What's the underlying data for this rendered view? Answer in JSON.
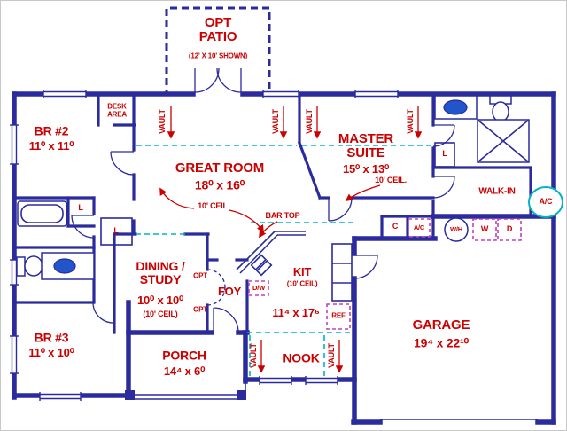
{
  "colors": {
    "wall": "#2b2b9e",
    "label_text": "#cc0000",
    "ceiling_break": "#00b4c8",
    "appliance_outline": "#c040c0",
    "fixture_blue": "#2255cc"
  },
  "rooms": {
    "patio": {
      "name": "OPT PATIO",
      "dims": "(12' X 10' SHOWN)"
    },
    "br2": {
      "name": "BR #2",
      "dims": "11⁰ x 11⁰"
    },
    "desk": {
      "name": "DESK AREA"
    },
    "great_room": {
      "name": "GREAT ROOM",
      "dims": "18⁰ x 16⁰",
      "ceil": "10' CEIL"
    },
    "master": {
      "name": "MASTER SUITE",
      "dims": "15⁰ x 13⁰",
      "ceil": "10' CEIL."
    },
    "walk_in": {
      "name": "WALK-IN"
    },
    "dining": {
      "name": "DINING / STUDY",
      "dims": "10⁰ x 10⁰",
      "ceil": "(10' CEIL)"
    },
    "foyer": {
      "name": "FOY"
    },
    "kitchen": {
      "name": "KIT",
      "ceil": "(10' CEIL)",
      "dims": "11⁴ x 17⁶"
    },
    "br3": {
      "name": "BR #3",
      "dims": "11⁰ x 10⁰"
    },
    "porch": {
      "name": "PORCH",
      "dims": "14⁴ x 6⁰"
    },
    "nook": {
      "name": "NOOK"
    },
    "garage": {
      "name": "GARAGE",
      "dims": "19⁴ x 22¹⁰"
    }
  },
  "annotations": {
    "vault": "VAULT",
    "opt": "OPT",
    "bar_top": "BAR TOP",
    "dishwasher": "D/W",
    "refrigerator": "REF",
    "washer": "W",
    "dryer": "D",
    "water_heater": "W/H",
    "ac_closet": "A/C",
    "ac_pad": "A/C",
    "linen": "L",
    "closet": "C"
  }
}
